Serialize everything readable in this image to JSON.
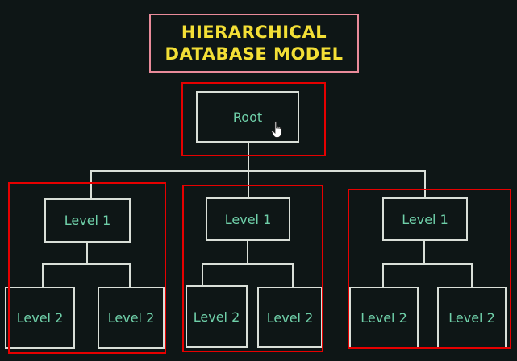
{
  "title": {
    "line1": "HIERARCHICAL",
    "line2": "DATABASE MODEL"
  },
  "root": {
    "label": "Root"
  },
  "branches": [
    {
      "level1": "Level 1",
      "children": [
        "Level 2",
        "Level 2"
      ]
    },
    {
      "level1": "Level 1",
      "children": [
        "Level 2",
        "Level 2"
      ]
    },
    {
      "level1": "Level 1",
      "children": [
        "Level 2",
        "Level 2"
      ]
    }
  ],
  "colors": {
    "background": "#0e1616",
    "title_text": "#f3df36",
    "title_border": "#e98b9a",
    "node_text": "#6fd0a9",
    "node_border": "#d9dfd8",
    "highlight": "#e60000"
  },
  "icons": {
    "cursor": "hand-pointer-icon"
  }
}
